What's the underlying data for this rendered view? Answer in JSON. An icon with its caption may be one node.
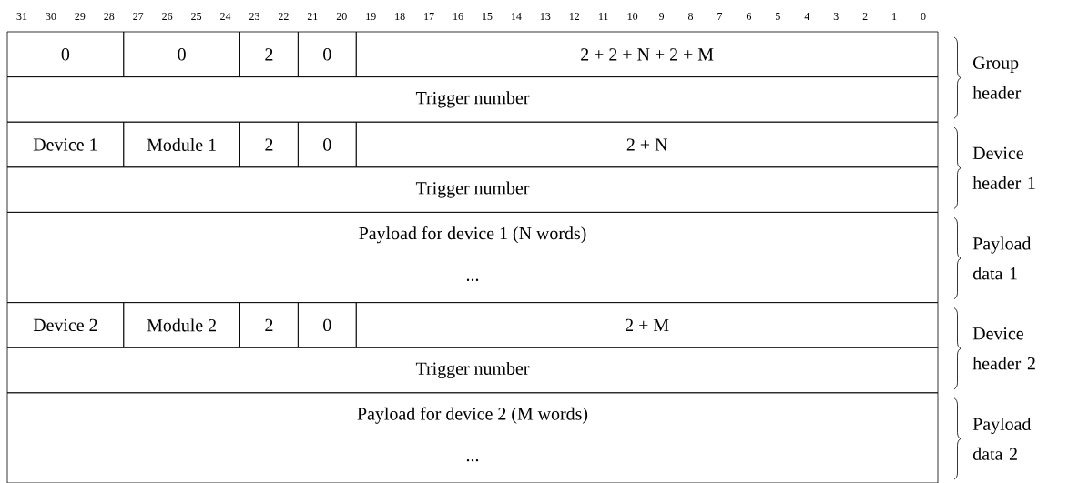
{
  "diagram": {
    "nodes": [
      {
        "text": [
          "0"
        ]
      },
      {
        "text": [
          "0"
        ]
      },
      {
        "text": [
          "2"
        ]
      },
      {
        "text": [
          "0"
        ]
      },
      {
        "text": [
          "2 + 2 + N + 2 + M"
        ]
      },
      {
        "text": [
          "Trigger number"
        ]
      },
      {
        "text": [
          "Device 1"
        ]
      },
      {
        "text": [
          "Module 1"
        ]
      },
      {
        "text": [
          "2"
        ]
      },
      {
        "text": [
          "0"
        ]
      },
      {
        "text": [
          "2 + N"
        ]
      },
      {
        "text": [
          "Trigger number"
        ]
      },
      {
        "text": [
          "Payload for device 1 (N words)",
          "..."
        ]
      },
      {
        "text": [
          "Device 2"
        ]
      },
      {
        "text": [
          "Module 2"
        ]
      },
      {
        "text": [
          "2"
        ]
      },
      {
        "text": [
          "0"
        ]
      },
      {
        "text": [
          "2 + M"
        ]
      },
      {
        "text": [
          "Trigger number"
        ]
      },
      {
        "text": [
          "Payload for device 2 (M words)",
          "..."
        ]
      }
    ],
    "labels": [
      "31",
      "30",
      "29",
      "28",
      "27",
      "26",
      "25",
      "24",
      "23",
      "22",
      "21",
      "20",
      "19",
      "18",
      "17",
      "16",
      "15",
      "14",
      "13",
      "12",
      "11",
      "10",
      "9",
      "8",
      "7",
      "6",
      "5",
      "4",
      "3",
      "2",
      "1",
      "0",
      "Group header",
      "Device header 1",
      "Payload data 1",
      "Device header 2",
      "Payload data 2"
    ]
  }
}
